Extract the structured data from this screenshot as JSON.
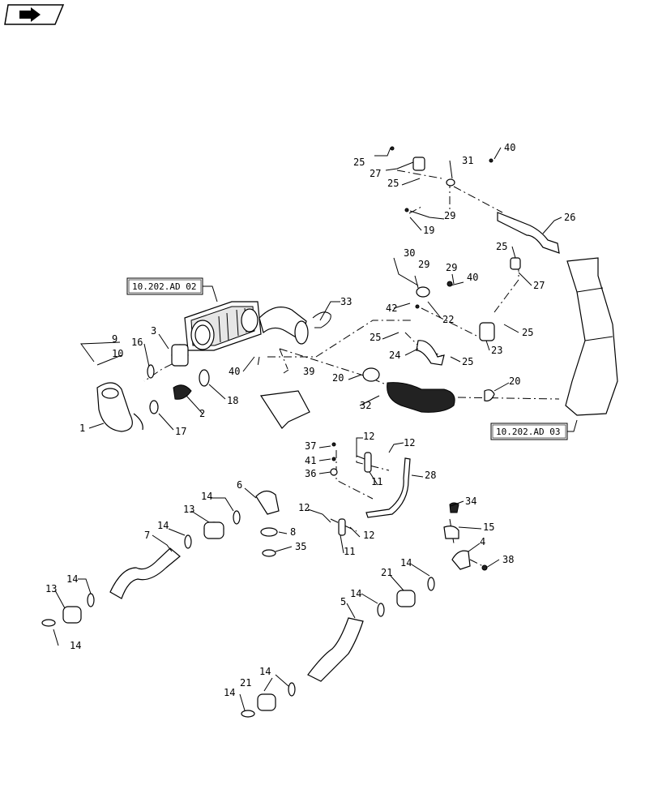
{
  "nav": {
    "icon": "arrow-right-icon"
  },
  "refs": {
    "r1": "10.202.AD 02",
    "r2": "10.202.AD 03"
  },
  "labels": {
    "l1": "1",
    "l2": "2",
    "l3": "3",
    "l4": "4",
    "l5": "5",
    "l6": "6",
    "l7": "7",
    "l8": "8",
    "l9": "9",
    "l10": "10",
    "l11a": "11",
    "l11b": "11",
    "l12a": "12",
    "l12b": "12",
    "l12c": "12",
    "l12d": "12",
    "l13a": "13",
    "l13b": "13",
    "l14a": "14",
    "l14b": "14",
    "l14c": "14",
    "l14d": "14",
    "l14e": "14",
    "l14f": "14",
    "l14g": "14",
    "l14h": "14",
    "l15": "15",
    "l16": "16",
    "l17": "17",
    "l18": "18",
    "l19": "19",
    "l20a": "20",
    "l20b": "20",
    "l21a": "21",
    "l21b": "21",
    "l22": "22",
    "l23": "23",
    "l24": "24",
    "l25a": "25",
    "l25b": "25",
    "l25c": "25",
    "l25d": "25",
    "l25e": "25",
    "l25f": "25",
    "l26": "26",
    "l27a": "27",
    "l27b": "27",
    "l28": "28",
    "l29a": "29",
    "l29b": "29",
    "l29c": "29",
    "l30": "30",
    "l31": "31",
    "l32": "32",
    "l33": "33",
    "l34": "34",
    "l35": "35",
    "l36": "36",
    "l37": "37",
    "l38": "38",
    "l39": "39",
    "l40a": "40",
    "l40b": "40",
    "l40c": "40",
    "l41": "41",
    "l42": "42"
  }
}
